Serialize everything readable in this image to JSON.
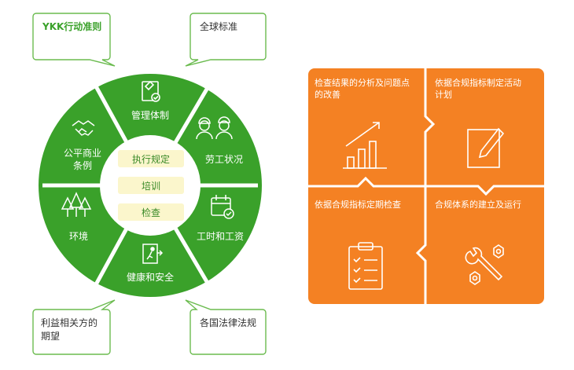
{
  "callouts": {
    "top_left": "YKK行动准则",
    "top_right": "全球标准",
    "bottom_left_line1": "利益相关方的",
    "bottom_left_line2": "期望",
    "bottom_right": "各国法律法规"
  },
  "wheel": {
    "segments": {
      "management": "管理体制",
      "labor": "劳工状况",
      "hours_line": "工时和工资",
      "health": "健康和安全",
      "environment": "环境",
      "fair_line1": "公平商业",
      "fair_line2": "条例"
    },
    "center": {
      "execute": "执行规定",
      "training": "培训",
      "inspection": "检查"
    }
  },
  "panels": {
    "top_left_line1": "检查结果的分析及问题点",
    "top_left_line2": "的改善",
    "top_right_line1": "依据合规指标制定活动",
    "top_right_line2": "计划",
    "bottom_left": "依据合规指标定期检查",
    "bottom_right": "合规体系的建立及运行"
  },
  "colors": {
    "wheel_green": "#3aa12a",
    "center_pill": "#fbf6cc",
    "panel_orange": "#f48123",
    "callout_border": "#6bbb4f"
  }
}
